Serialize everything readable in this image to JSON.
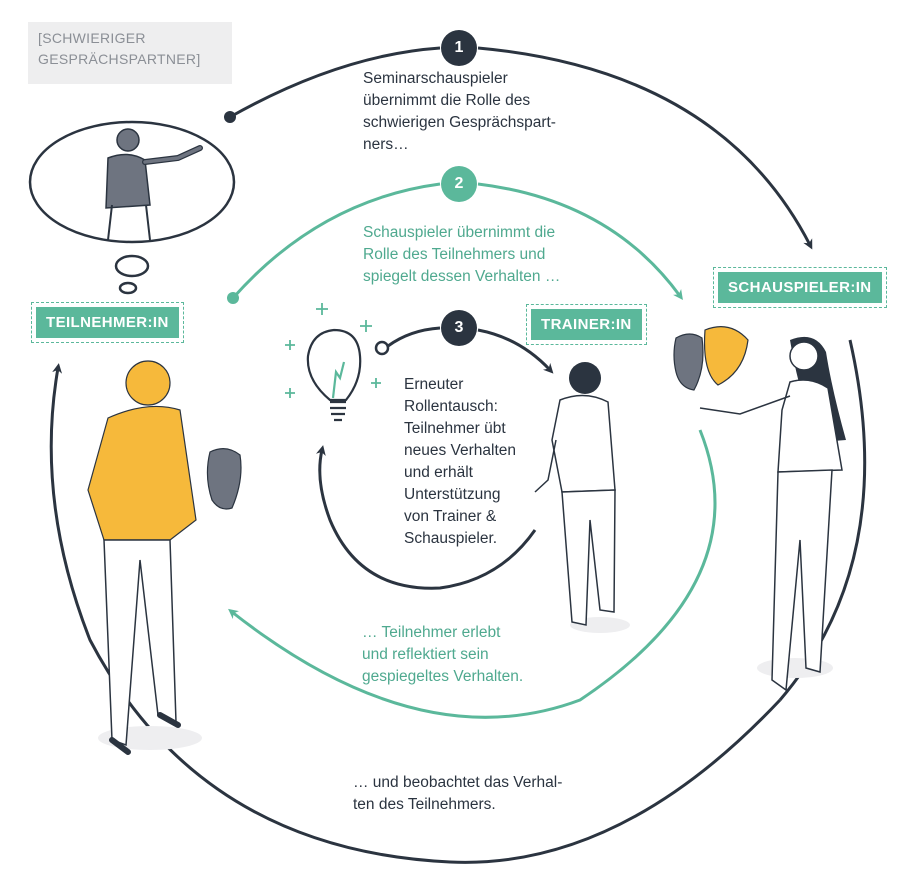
{
  "tag": {
    "line1": "[SCHWIERIGER",
    "line2": "GESPRÄCHSPARTNER]"
  },
  "roles": {
    "participant": "TEILNEHMER:IN",
    "actor": "SCHAUSPIELER:IN",
    "trainer": "TRAINER:IN"
  },
  "steps": [
    {
      "number": "1",
      "lines": [
        "Seminarschauspieler",
        "übernimmt die Rolle des",
        "schwierigen Gesprächspart-",
        "ners…"
      ]
    },
    {
      "number": "2",
      "lines": [
        "Schauspieler übernimmt die",
        "Rolle des Teilnehmers und",
        "spiegelt dessen Verhalten …"
      ]
    },
    {
      "number": "3",
      "lines": [
        "Erneuter",
        "Rollentausch:",
        "Teilnehmer übt",
        "neues Verhalten",
        "und erhält",
        "Unterstützung",
        "von Trainer &",
        "Schauspieler."
      ]
    }
  ],
  "reflect": {
    "lines": [
      "… Teilnehmer erlebt",
      "und reflektiert sein",
      "gespiegeltes Verhalten."
    ]
  },
  "observe": {
    "lines": [
      "… und beobachtet das Verhal-",
      "ten des Teilnehmers."
    ]
  },
  "colors": {
    "dark": "#2b3440",
    "teal": "#5bb89b",
    "yellow": "#f6b93b",
    "gray": "#6e7480"
  }
}
